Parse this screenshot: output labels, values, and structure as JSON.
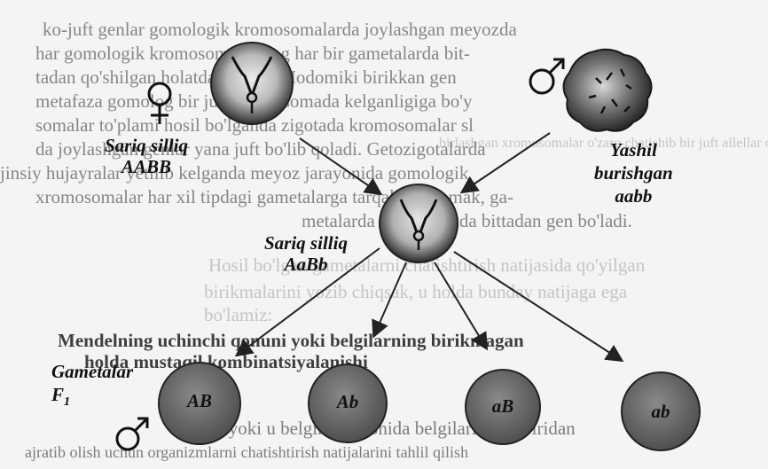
{
  "background_text": {
    "lines": [
      "ko-juft genlar gomologik kromosomalarda joylashgan meyozda",
      "har gomologik kromosomalarning har bir gametalarda bit-",
      "tadan qo'shilgan holatda bo'ladi. Modomiki birikkan gen",
      "metafaza gomolog bir juft kromosomada kelganligiga bo'y",
      "somalar to'plami hosil bo'lganda zigotada kromosomalar sl",
      "da joylashgan genlar yana juft bo'lib qoladi. Getozigotalarda",
      "jinsiy hujayralar yetilib kelganda meyoz jarayonida gomologik",
      "xromosomalar har xil tipdagi gametalarga tarqaladi. Demak, ga-",
      "metalarda har bir juftda bittadan gen bo'ladi."
    ],
    "bleed_lines": [
      "birlashgan xromosomalar o'zaro chatishib bir juft allellar chiqadi",
      "Hosil bo'lgan gametalarni chatishtirish natijasida qo'yilgan",
      "birikmalarini yozib chiqsak, u holda bunday natijaga ega",
      "bo'lamiz:"
    ]
  },
  "heading": {
    "line1": "Mendelning uchinchi qonuni yoki belgilarning birikmagan",
    "line2": "holda mustaqil kombinatsiyalanishi"
  },
  "footer_text": {
    "line1": "Bu yoki u belgining alohida belgilarini bir-biridan",
    "line2": "ajratib olish uchun organizmlarni chatishtirish natijalarini tahlil qilish"
  },
  "diagram": {
    "female_parent": {
      "symbol": "♀",
      "label1": "Sariq silliq",
      "label2": "AABB"
    },
    "male_parent": {
      "symbol": "♂",
      "label1": "Yashil",
      "label2": "burishgan",
      "label3": "aabb"
    },
    "offspring": {
      "label1": "Sariq silliq",
      "label2": "AaBb"
    },
    "gametes_label": {
      "line1": "Gametalar",
      "line2": "F",
      "subscript": "1",
      "symbol": "♂"
    },
    "gametes": [
      "AB",
      "Ab",
      "aB",
      "ab"
    ]
  },
  "colors": {
    "seed_light": "#c8c8c8",
    "seed_dark": "#3a3a3a",
    "gamete_fill": "#6e6e6e",
    "arrow": "#222222"
  }
}
